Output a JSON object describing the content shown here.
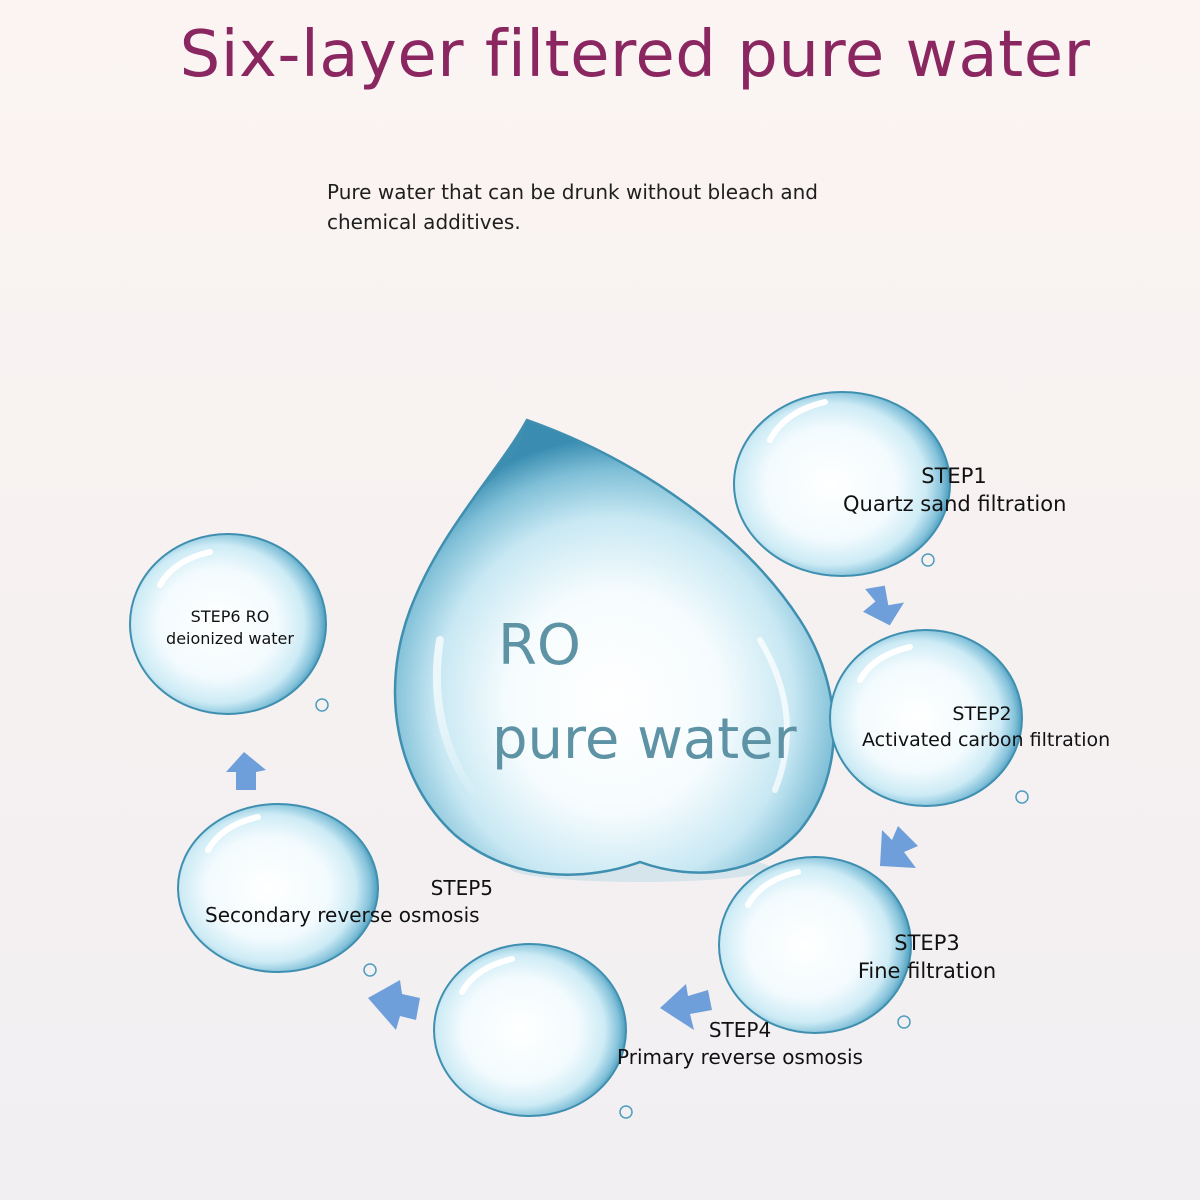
{
  "title": "Six-layer filtered pure water",
  "subtitle": "Pure water that can be drunk without bleach and chemical additives.",
  "center": {
    "line1": "RO",
    "line2": "pure water"
  },
  "steps": [
    {
      "step": "STEP1",
      "name": "Quartz sand filtration"
    },
    {
      "step": "STEP2",
      "name": "Activated carbon filtration"
    },
    {
      "step": "STEP3",
      "name": "Fine filtration"
    },
    {
      "step": "STEP4",
      "name": "Primary reverse osmosis"
    },
    {
      "step": "STEP5",
      "name": "Secondary reverse osmosis"
    },
    {
      "step": "STEP6 RO",
      "name": "deionized water"
    }
  ],
  "colors": {
    "title": "#8a2660",
    "arrow": "#6f9fdb",
    "drop_tint": "#bfe6f2",
    "drop_edge": "#3f8fb0",
    "center_text": "#5d93a5"
  },
  "icons": {
    "arrow": "arrow-icon",
    "bubble": "water-bubble-icon",
    "drop": "water-drop-icon"
  }
}
